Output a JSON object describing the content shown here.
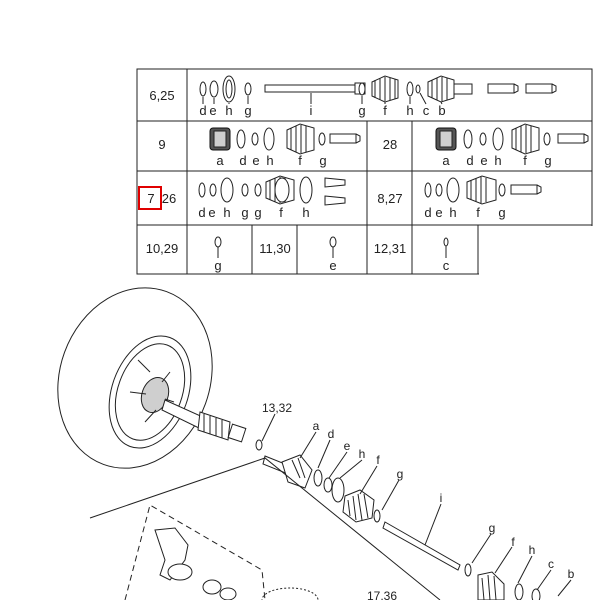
{
  "table": {
    "row1": {
      "code": "6,25",
      "letters": [
        "d",
        "e",
        "h",
        "g",
        "i",
        "g",
        "f",
        "h",
        "c",
        "b"
      ]
    },
    "row2": {
      "left_code": "9",
      "left_letters": [
        "a",
        "d",
        "e",
        "h",
        "f",
        "g"
      ],
      "right_code": "28",
      "right_letters": [
        "a",
        "d",
        "e",
        "h",
        "f",
        "g"
      ]
    },
    "row3": {
      "left_code_prefix": "7",
      "left_code_suffix": "26",
      "left_letters": [
        "d",
        "e",
        "h",
        "g",
        "g",
        "f",
        "h"
      ],
      "right_code": "8,27",
      "right_letters": [
        "d",
        "e",
        "h",
        "f",
        "g"
      ]
    },
    "row4": [
      {
        "code": "10,29",
        "letter": "g"
      },
      {
        "code": "11,30",
        "letter": "e"
      },
      {
        "code": "12,31",
        "letter": "c"
      }
    ]
  },
  "highlight_color": "#e00000",
  "callouts": {
    "c13_32": "13,32",
    "a": "a",
    "d": "d",
    "e": "e",
    "h": "h",
    "f": "f",
    "g": "g",
    "i": "i",
    "g2": "g",
    "f2": "f",
    "h2": "h",
    "c": "c",
    "b": "b",
    "c17_36": "17,36"
  }
}
